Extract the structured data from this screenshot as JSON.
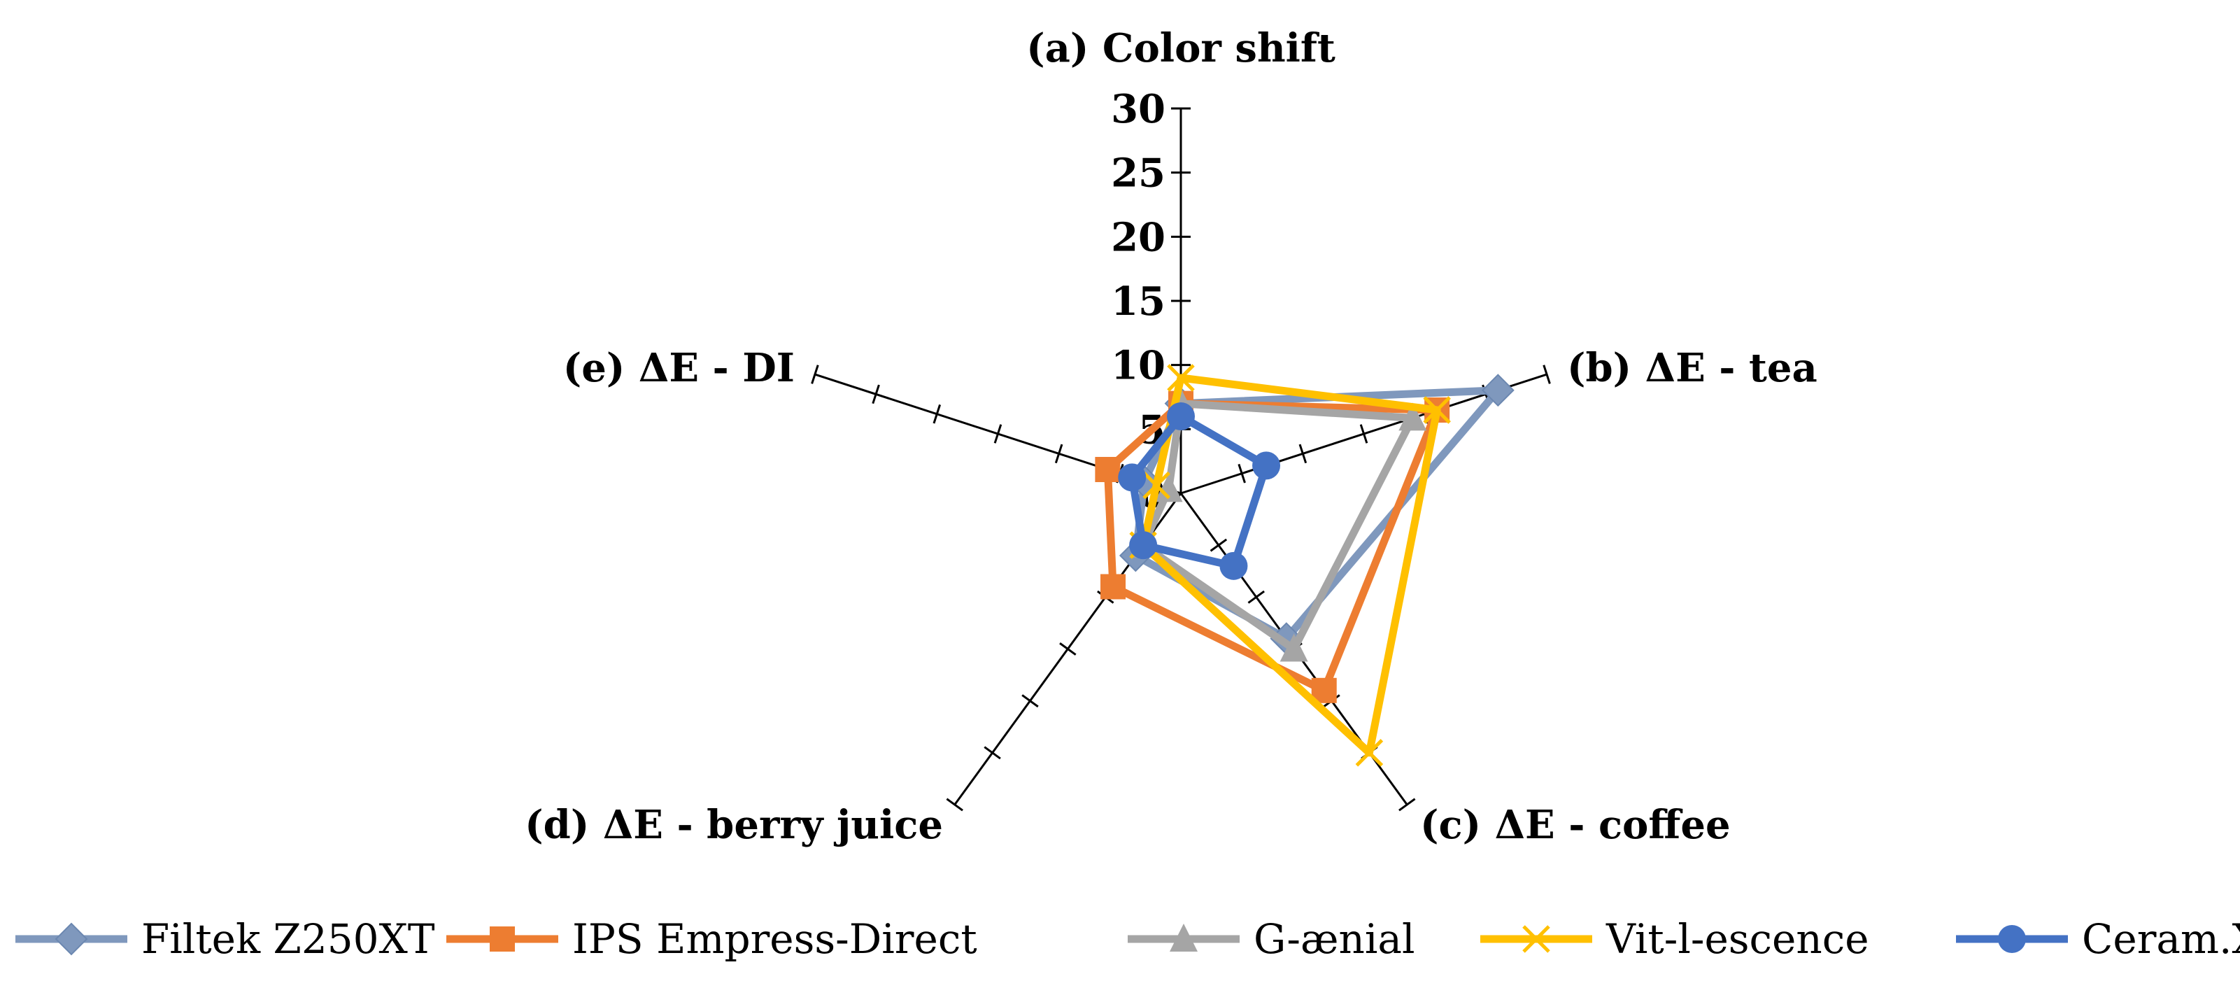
{
  "chart_data": {
    "type": "radar",
    "title": "",
    "axes": [
      "(a) Color shift",
      "(b) ΔE - tea",
      "(c) ΔE - coffee",
      "(d) ΔE - berry juice",
      "(e) ΔE - DI"
    ],
    "rlim": [
      0,
      30
    ],
    "ticks": [
      0,
      5,
      10,
      15,
      20,
      25,
      30
    ],
    "tick_labels": [
      "0",
      "5",
      "10",
      "15",
      "20",
      "25",
      "30"
    ],
    "grid": false,
    "legend_position": "bottom",
    "series": [
      {
        "name": "Filtek Z250XT",
        "values": [
          7,
          26,
          14,
          6,
          3
        ],
        "color": "#7f98bd",
        "marker": "diamond"
      },
      {
        "name": "IPS Empress-Direct",
        "values": [
          7,
          21,
          19,
          9,
          6
        ],
        "color": "#ed7d31",
        "marker": "square"
      },
      {
        "name": "G-ænial",
        "values": [
          7,
          19,
          15,
          5,
          1
        ],
        "color": "#a5a5a5",
        "marker": "triangle"
      },
      {
        "name": "Vit-l-escence",
        "values": [
          9,
          21,
          25,
          5,
          2
        ],
        "color": "#ffc000",
        "marker": "x"
      },
      {
        "name": "Ceram.X",
        "values": [
          6,
          7,
          7,
          5,
          4
        ],
        "color": "#4472c4",
        "marker": "circle"
      }
    ]
  }
}
